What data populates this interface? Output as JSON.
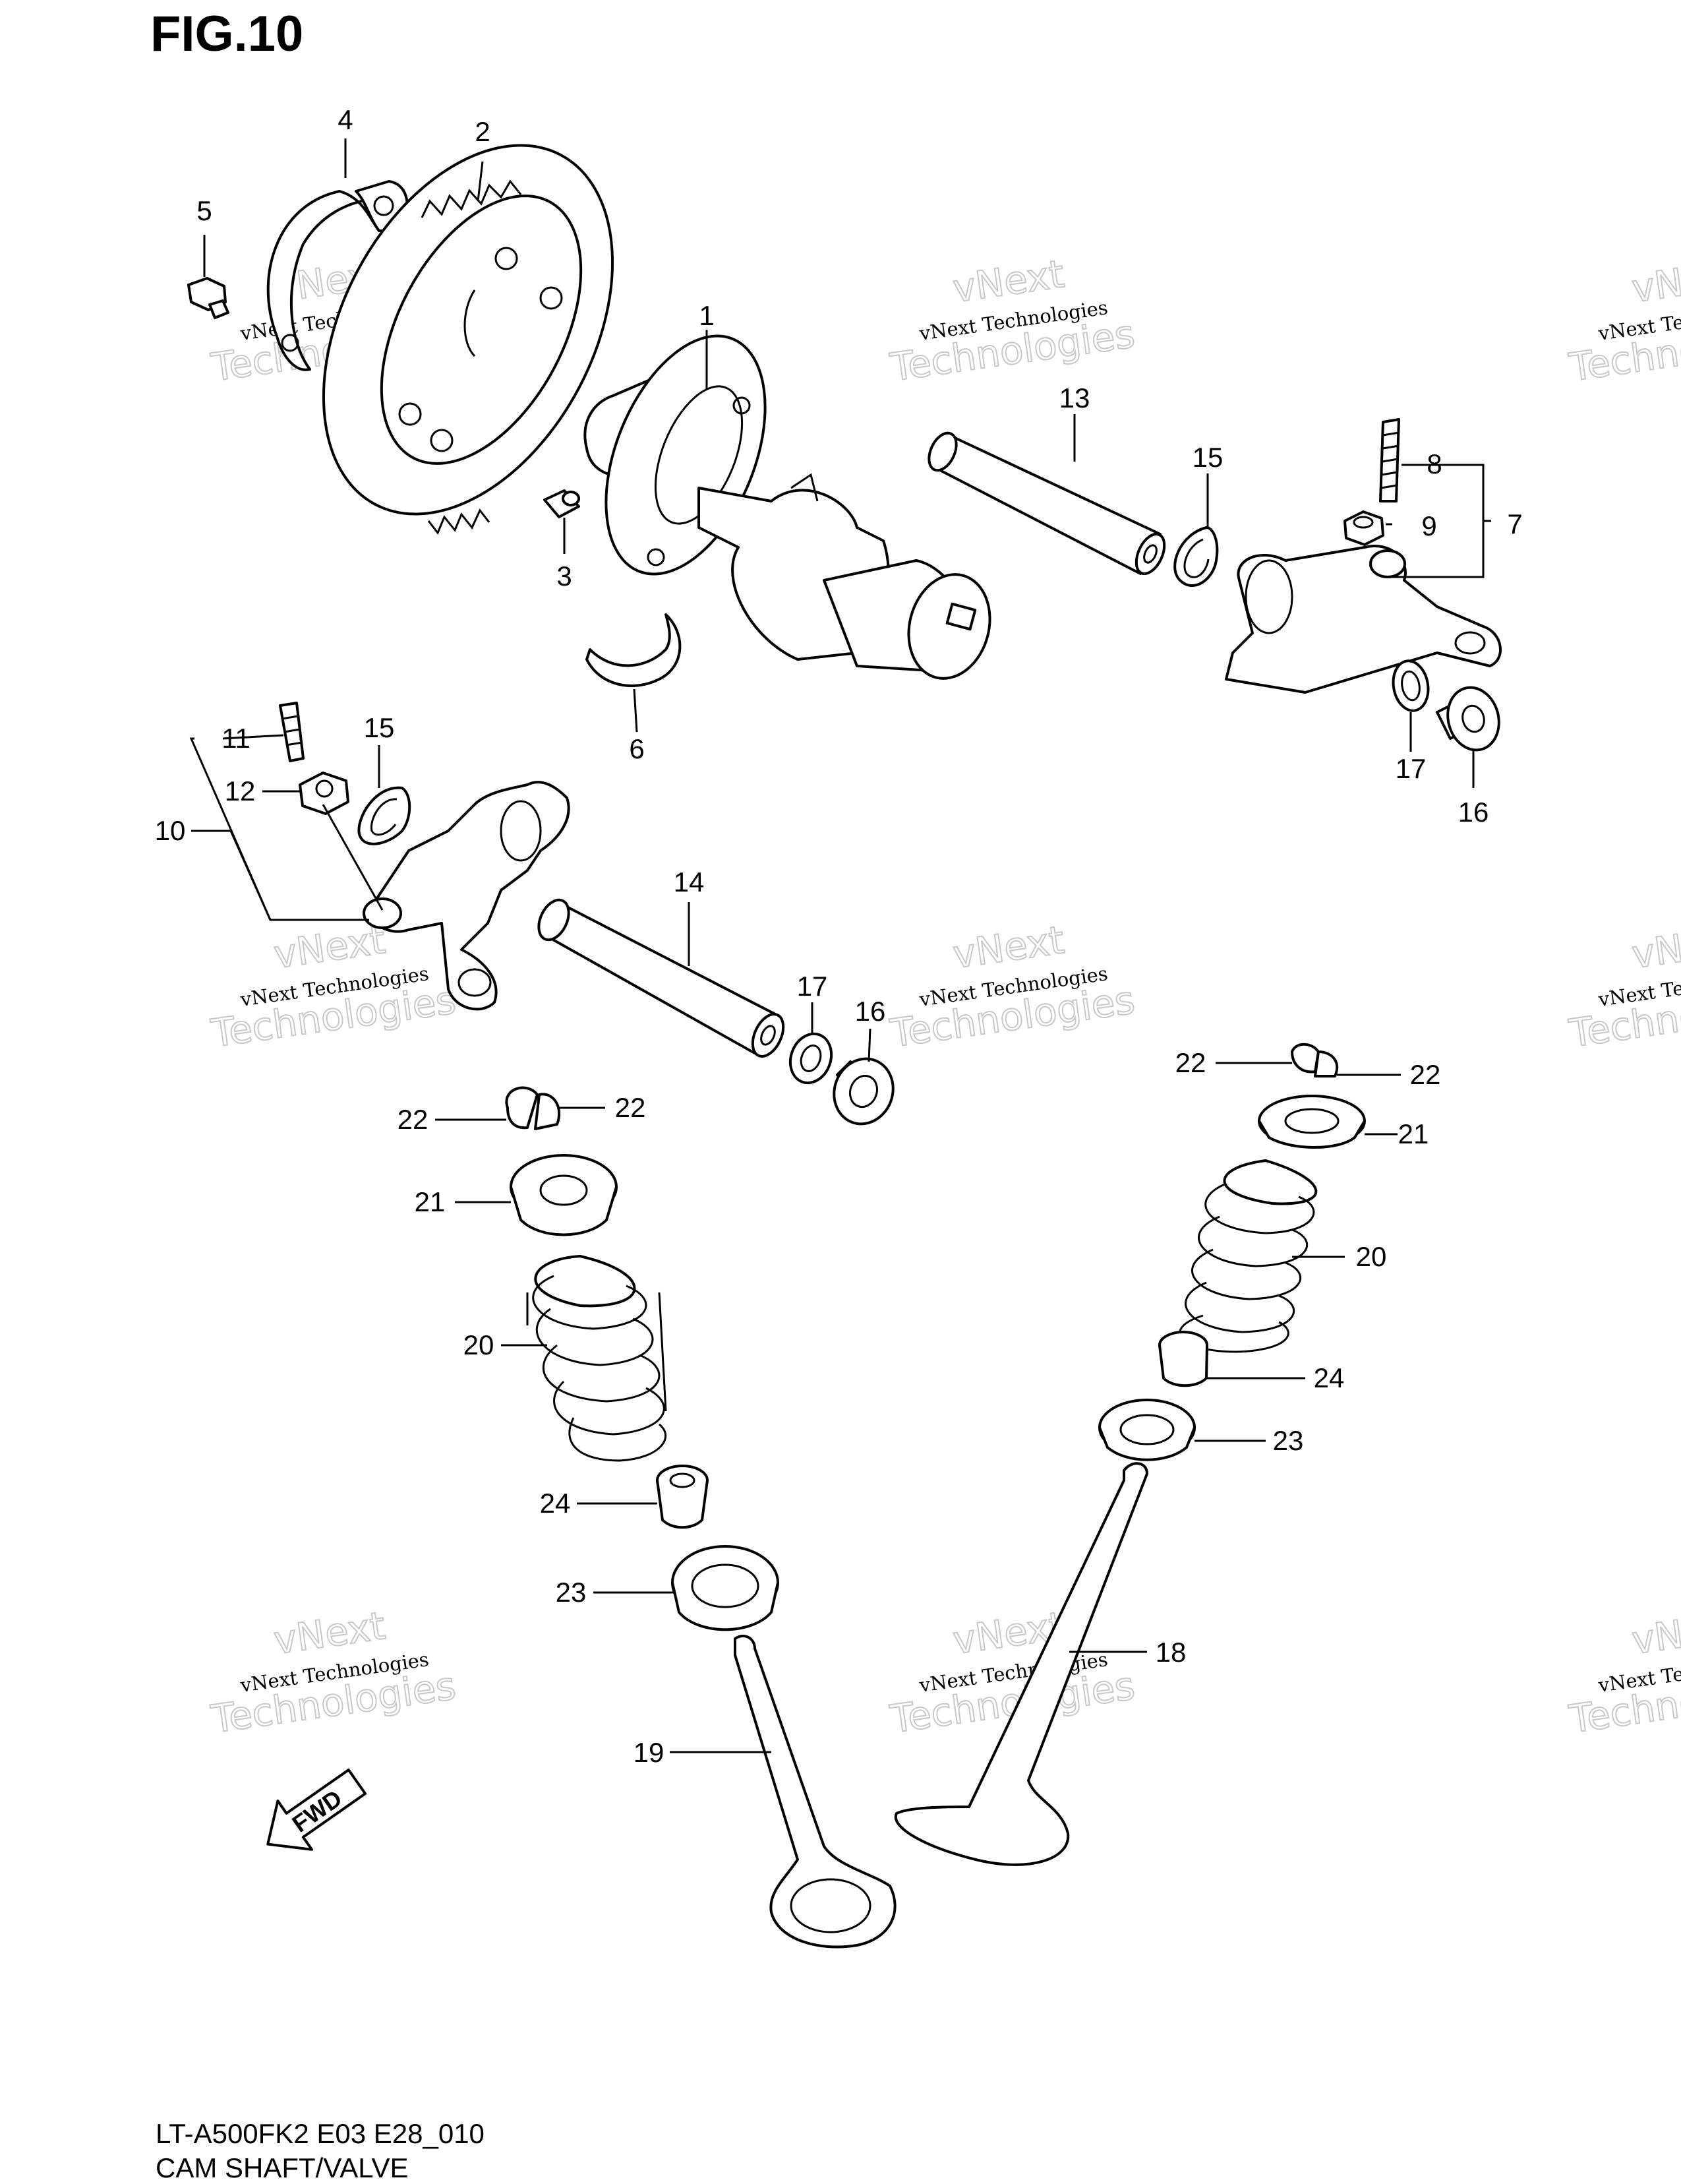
{
  "figure": {
    "title": "FIG.10",
    "model_code": "LT-A500FK2 E03 E28_010",
    "caption": "CAM SHAFT/VALVE"
  },
  "watermark": {
    "line1": "vNext Technologies",
    "line2": "vNext",
    "line3": "Technologies"
  },
  "fwd_arrow": {
    "label": "FWD"
  },
  "callouts": [
    {
      "id": "c1",
      "label": "1"
    },
    {
      "id": "c2",
      "label": "2"
    },
    {
      "id": "c3",
      "label": "3"
    },
    {
      "id": "c4",
      "label": "4"
    },
    {
      "id": "c5",
      "label": "5"
    },
    {
      "id": "c6",
      "label": "6"
    },
    {
      "id": "c7",
      "label": "7"
    },
    {
      "id": "c8",
      "label": "8"
    },
    {
      "id": "c9",
      "label": "9"
    },
    {
      "id": "c10",
      "label": "10"
    },
    {
      "id": "c11",
      "label": "11"
    },
    {
      "id": "c12",
      "label": "12"
    },
    {
      "id": "c13",
      "label": "13"
    },
    {
      "id": "c14",
      "label": "14"
    },
    {
      "id": "c15a",
      "label": "15"
    },
    {
      "id": "c15b",
      "label": "15"
    },
    {
      "id": "c16a",
      "label": "16"
    },
    {
      "id": "c16b",
      "label": "16"
    },
    {
      "id": "c17a",
      "label": "17"
    },
    {
      "id": "c17b",
      "label": "17"
    },
    {
      "id": "c18",
      "label": "18"
    },
    {
      "id": "c19",
      "label": "19"
    },
    {
      "id": "c20a",
      "label": "20"
    },
    {
      "id": "c20b",
      "label": "20"
    },
    {
      "id": "c21a",
      "label": "21"
    },
    {
      "id": "c21b",
      "label": "21"
    },
    {
      "id": "c22a",
      "label": "22"
    },
    {
      "id": "c22b",
      "label": "22"
    },
    {
      "id": "c22c",
      "label": "22"
    },
    {
      "id": "c22d",
      "label": "22"
    },
    {
      "id": "c23a",
      "label": "23"
    },
    {
      "id": "c23b",
      "label": "23"
    },
    {
      "id": "c24a",
      "label": "24"
    },
    {
      "id": "c24b",
      "label": "24"
    }
  ]
}
